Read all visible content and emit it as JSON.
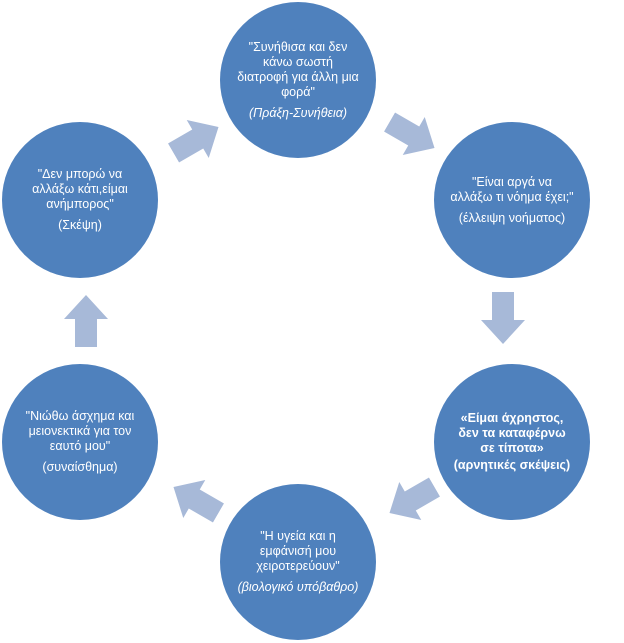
{
  "colors": {
    "circle_fill": "#4f81bd",
    "arrow_fill": "#a7b9d8",
    "text": "#ffffff"
  },
  "nodes": [
    {
      "main": "\"Συνήθισα και δεν κάνω σωστή διατροφή για άλλη μια φορά\"",
      "sub": "(Πράξη-Συνήθεια)"
    },
    {
      "main": "\"Είναι αργά να αλλάξω τι νόημα έχει;\"",
      "sub": "(έλλειψη νοήματος)"
    },
    {
      "main": "«Είμαι άχρηστος, δεν τα καταφέρνω σε τίποτα»",
      "sub": "(αρνητικές σκέψεις)"
    },
    {
      "main": "\"Η υγεία και η εμφάνισή μου χειροτερεύουν\"",
      "sub": "(βιολογικό υπόβαθρο)"
    },
    {
      "main": "\"Νιώθω άσχημα και μειονεκτικά για τον εαυτό μου\"",
      "sub": "(συναίσθημα)"
    },
    {
      "main": "\"Δεν μπορώ να αλλάξω κάτι,είμαι ανήμπορος\"",
      "sub": "(Σκέψη)"
    }
  ],
  "arrows": [
    {
      "icon": "arrow-right-icon"
    },
    {
      "icon": "arrow-right-icon"
    },
    {
      "icon": "arrow-right-icon"
    },
    {
      "icon": "arrow-right-icon"
    },
    {
      "icon": "arrow-right-icon"
    },
    {
      "icon": "arrow-right-icon"
    }
  ]
}
